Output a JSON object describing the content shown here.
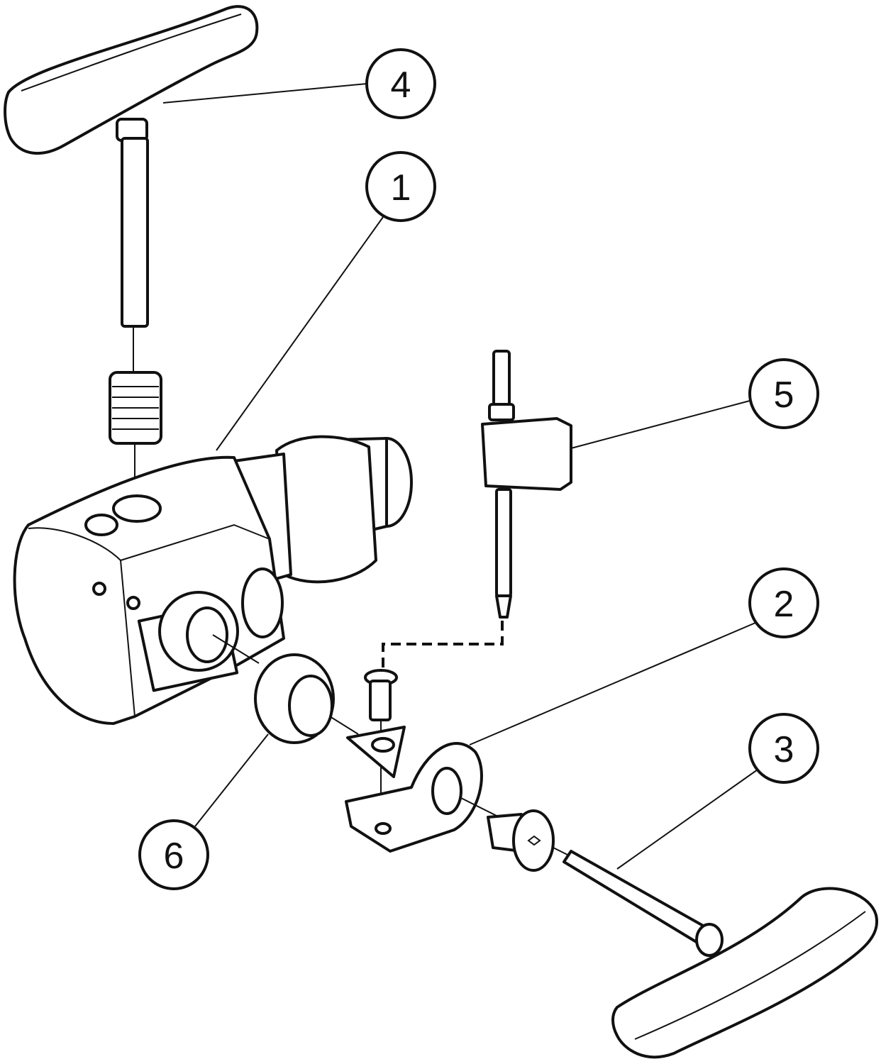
{
  "diagram": {
    "type": "exploded-assembly",
    "callouts": [
      {
        "id": "4",
        "label": "4",
        "part": "t-handle-key-top"
      },
      {
        "id": "1",
        "label": "1",
        "part": "tool-body"
      },
      {
        "id": "5",
        "label": "5",
        "part": "flag-torx-key"
      },
      {
        "id": "2",
        "label": "2",
        "part": "insert-cartridge"
      },
      {
        "id": "3",
        "label": "3",
        "part": "t-handle-key-bottom"
      },
      {
        "id": "6",
        "label": "6",
        "part": "adjustment-ring"
      }
    ],
    "colors": {
      "line": "#111111",
      "background": "#ffffff"
    }
  }
}
